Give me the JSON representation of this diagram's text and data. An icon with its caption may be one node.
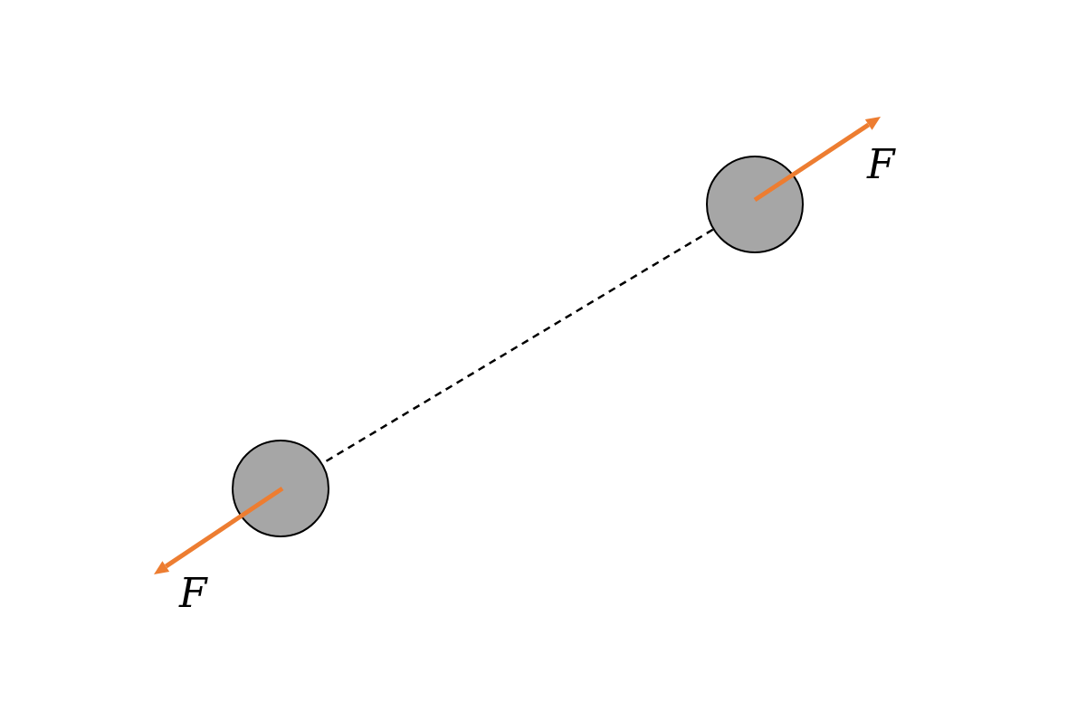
{
  "diagram": {
    "nodes": [
      {
        "text": [],
        "shape": "circle"
      },
      {
        "text": [],
        "shape": "circle"
      }
    ],
    "edges": [
      {
        "from": 0,
        "to": 1,
        "arrow": "none",
        "style": "dashed"
      }
    ],
    "labels": [
      "F",
      "F"
    ]
  }
}
